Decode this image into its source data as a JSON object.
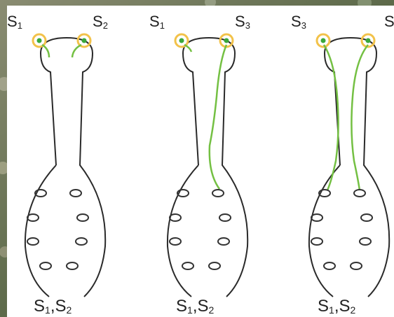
{
  "diagram": {
    "pistils": [
      {
        "stigma_left_label": "S",
        "stigma_left_sub": "1",
        "stigma_right_label": "S",
        "stigma_right_sub": "2",
        "ovary_a": "S",
        "ovary_a_sub": "1",
        "ovary_sep": ",",
        "ovary_b": "S",
        "ovary_b_sub": "2"
      },
      {
        "stigma_left_label": "S",
        "stigma_left_sub": "1",
        "stigma_right_label": "S",
        "stigma_right_sub": "3",
        "ovary_a": "S",
        "ovary_a_sub": "1",
        "ovary_sep": ",",
        "ovary_b": "S",
        "ovary_b_sub": "2"
      },
      {
        "stigma_left_label": "S",
        "stigma_left_sub": "3",
        "stigma_right_label": "S",
        "stigma_right_sub": "",
        "ovary_a": "S",
        "ovary_a_sub": "1",
        "ovary_sep": ",",
        "ovary_b": "S",
        "ovary_b_sub": "2"
      }
    ],
    "colors": {
      "pollen_ring": "#f2c24a",
      "pollen_core": "#3aa83a",
      "pollen_tube": "#74c043",
      "outline": "#2a2a2a",
      "ovule": "#333333"
    }
  }
}
